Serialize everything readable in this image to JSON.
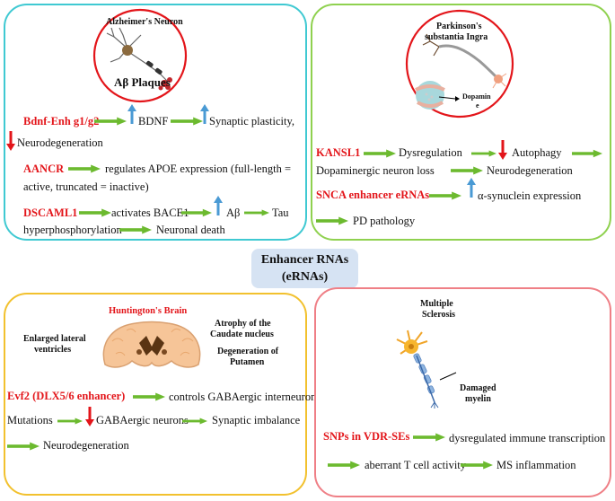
{
  "center": {
    "line1": "Enhancer RNAs",
    "line2": "(eRNAs)"
  },
  "alzheimer": {
    "image_title": "Alzheimer's Neuron",
    "image_label": "Aβ Plaques",
    "row1": {
      "gene": "Bdnf-Enh g1/g2",
      "t1": "BDNF",
      "t2": "Synaptic plasticity,"
    },
    "row1b": {
      "t1": "Neurodegeneration"
    },
    "row2": {
      "gene": "AANCR",
      "t1": "regulates APOE expression (full-length =",
      "t2": "active, truncated = inactive)"
    },
    "row3": {
      "gene": "DSCAML1",
      "t1": "activates BACE1",
      "t2": "Aβ",
      "t3": "Tau",
      "t4": "hyperphosphorylation",
      "t5": "Neuronal death"
    }
  },
  "parkinson": {
    "image_title_1": "Parkinson's",
    "image_title_2": "substantia Ingra",
    "image_label_1": "Dopamin",
    "image_label_2": "e",
    "row1": {
      "gene": "KANSL1",
      "t1": "Dysregulation",
      "t2": "Autophagy"
    },
    "row1b": {
      "t1": "Dopaminergic neuron loss",
      "t2": "Neurodegeneration"
    },
    "row2": {
      "gene": "SNCA enhancer eRNAs",
      "t1": "α-synuclein expression"
    },
    "row2b": {
      "t1": "PD pathology"
    }
  },
  "huntington": {
    "image_title": "Huntington's Brain",
    "label_left_1": "Enlarged lateral",
    "label_left_2": "ventricles",
    "label_right_1": "Atrophy of the",
    "label_right_2": "Caudate nucleus",
    "label_right_3": "Degeneration of",
    "label_right_4": "Putamen",
    "row1": {
      "gene": "Evf2 (DLX5/6 enhancer)",
      "t1": "controls GABAergic interneurons"
    },
    "row2": {
      "t0": "Mutations",
      "t1": "GABAergic neurons",
      "t2": "Synaptic imbalance"
    },
    "row3": {
      "t1": "Neurodegeneration"
    }
  },
  "ms": {
    "image_title_1": "Multiple",
    "image_title_2": "Sclerosis",
    "image_label_1": "Damaged",
    "image_label_2": "myelin",
    "row1": {
      "gene": "SNPs in VDR-SEs",
      "t1": "dysregulated immune transcription"
    },
    "row2": {
      "t1": "aberrant T cell activity",
      "t2": "MS inflammation"
    }
  },
  "colors": {
    "green_arrow": "#6cba2f",
    "blue_arrow": "#4a9ad4",
    "red_arrow": "#e3151a",
    "teal_border": "#3fc9d2",
    "green_border": "#8fd14f",
    "yellow_border": "#f2c12e",
    "pink_border": "#ef7f86",
    "center_fill": "#d6e3f3"
  }
}
